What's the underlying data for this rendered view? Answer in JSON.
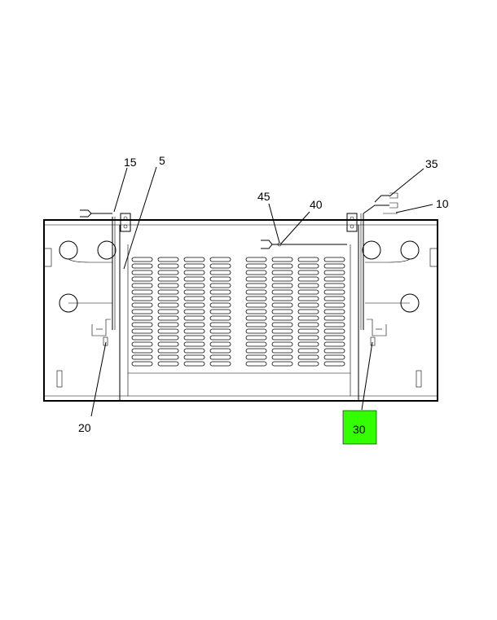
{
  "callouts": {
    "c15": "15",
    "c5": "5",
    "c35": "35",
    "c45": "45",
    "c40": "40",
    "c10": "10",
    "c20": "20",
    "c30": "30"
  },
  "colors": {
    "highlight": "#33ff00",
    "line": "#000000",
    "background": "#ffffff"
  }
}
